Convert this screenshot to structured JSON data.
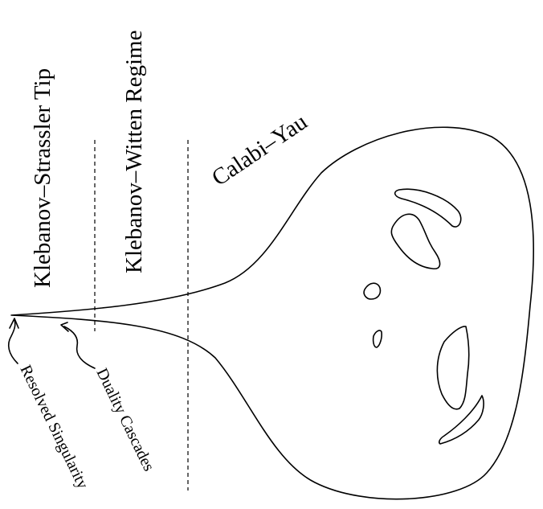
{
  "labels": {
    "ks_tip": "Klebanov–Strassler Tip",
    "kw_regime": "Klebanov–Witten Regime",
    "calabi_yau": "Calabi–Yau",
    "duality_cascades": "Duality Cascades",
    "resolved_singularity": "Resolved Singularity"
  }
}
